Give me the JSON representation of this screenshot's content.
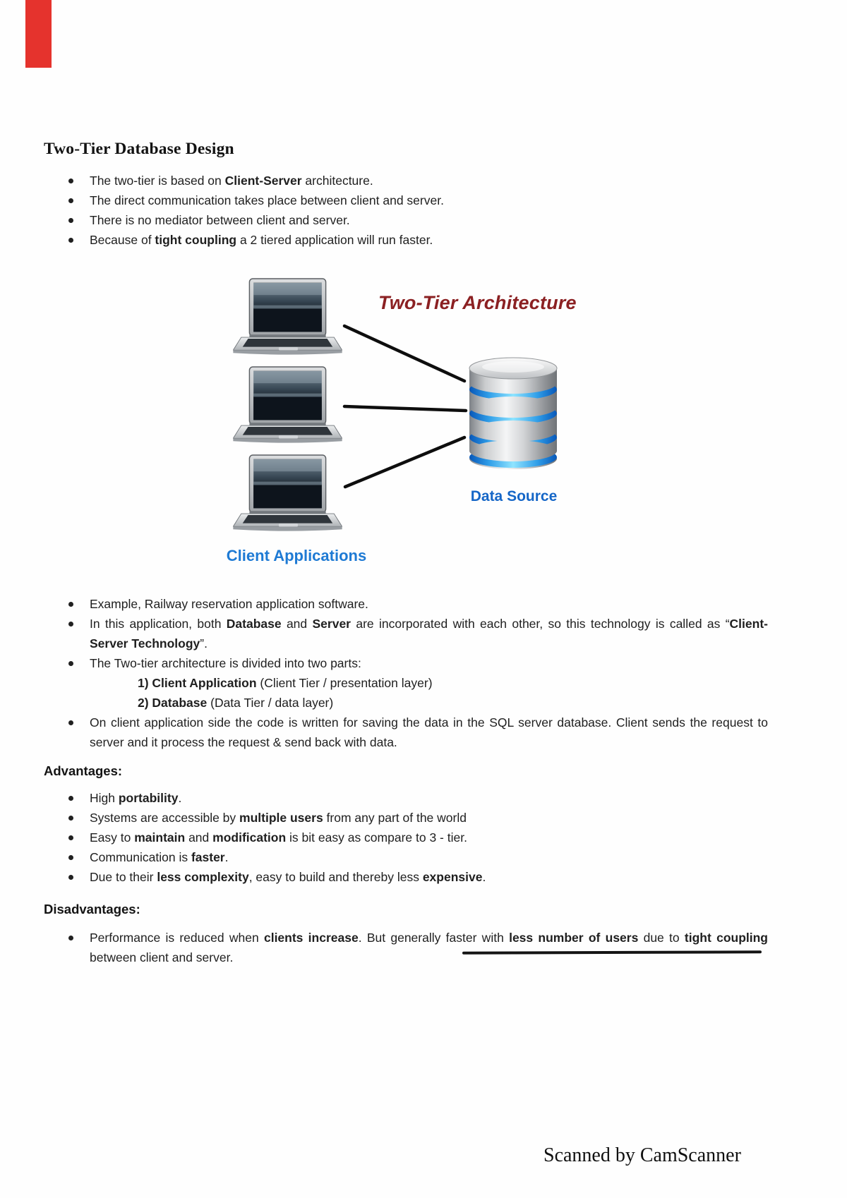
{
  "page": {
    "title": "Two-Tier Database Design",
    "intro_bullets": [
      [
        {
          "t": "The two-tier is based on "
        },
        {
          "t": "Client-Server",
          "b": 1
        },
        {
          "t": " architecture."
        }
      ],
      [
        {
          "t": "The direct communication takes place between client and server."
        }
      ],
      [
        {
          "t": "There is no mediator between client and server."
        }
      ],
      [
        {
          "t": "Because of "
        },
        {
          "t": "tight coupling",
          "b": 1
        },
        {
          "t": " a 2 tiered application will run faster."
        }
      ]
    ],
    "diagram": {
      "title": "Two-Tier Architecture",
      "client_label": "Client Applications",
      "datasource_label": "Data Source",
      "title_color": "#8b2022",
      "client_label_color": "#1e7ad4",
      "datasource_label_color": "#1566c7",
      "icons": [
        "laptop-icon",
        "laptop-icon",
        "laptop-icon",
        "database-icon"
      ]
    },
    "body_bullets": [
      [
        {
          "t": "Example, Railway reservation application software."
        }
      ],
      [
        {
          "t": "In this application, both "
        },
        {
          "t": "Database",
          "b": 1
        },
        {
          "t": " and "
        },
        {
          "t": "Server",
          "b": 1
        },
        {
          "t": " are incorporated with each other, so this technology is called as “"
        },
        {
          "t": "Client-Server Technology",
          "b": 1
        },
        {
          "t": "”."
        }
      ],
      [
        {
          "t": "The Two-tier architecture is divided into two parts:"
        }
      ]
    ],
    "numbered_items": [
      [
        {
          "t": "1) Client Application",
          "b": 1
        },
        {
          "t": "  (Client Tier / presentation layer)"
        }
      ],
      [
        {
          "t": "2) Database",
          "b": 1
        },
        {
          "t": "  (Data Tier / data layer)"
        }
      ]
    ],
    "last_bullet": [
      [
        {
          "t": "On client application side the code is written for saving the data in the SQL server database. Client sends the request to server and it process the request & send back with data."
        }
      ]
    ],
    "advantages": {
      "heading": "Advantages:",
      "items": [
        [
          {
            "t": "High "
          },
          {
            "t": "portability",
            "b": 1
          },
          {
            "t": "."
          }
        ],
        [
          {
            "t": "Systems are accessible by "
          },
          {
            "t": "multiple users",
            "b": 1
          },
          {
            "t": " from any part of the world"
          }
        ],
        [
          {
            "t": "Easy to "
          },
          {
            "t": "maintain",
            "b": 1
          },
          {
            "t": " and "
          },
          {
            "t": "modification",
            "b": 1
          },
          {
            "t": " is bit easy as compare to 3 - tier."
          }
        ],
        [
          {
            "t": "Communication is "
          },
          {
            "t": "faster",
            "b": 1
          },
          {
            "t": "."
          }
        ],
        [
          {
            "t": "Due to their "
          },
          {
            "t": "less complexity",
            "b": 1
          },
          {
            "t": ", easy to build and thereby less "
          },
          {
            "t": "expensive",
            "b": 1
          },
          {
            "t": "."
          }
        ]
      ]
    },
    "disadvantages": {
      "heading": "Disadvantages:",
      "items": [
        [
          {
            "t": "Performance is reduced when "
          },
          {
            "t": "clients increase",
            "b": 1
          },
          {
            "t": ". But generally faster with "
          },
          {
            "t": "less number of users",
            "b": 1
          },
          {
            "t": " due to "
          },
          {
            "t": "tight coupling",
            "b": 1
          },
          {
            "t": " between client and server."
          }
        ]
      ]
    },
    "scan_artifacts": {
      "corner_strip_color": "#e5332d",
      "footer_text": "Scanned by CamScanner"
    }
  }
}
